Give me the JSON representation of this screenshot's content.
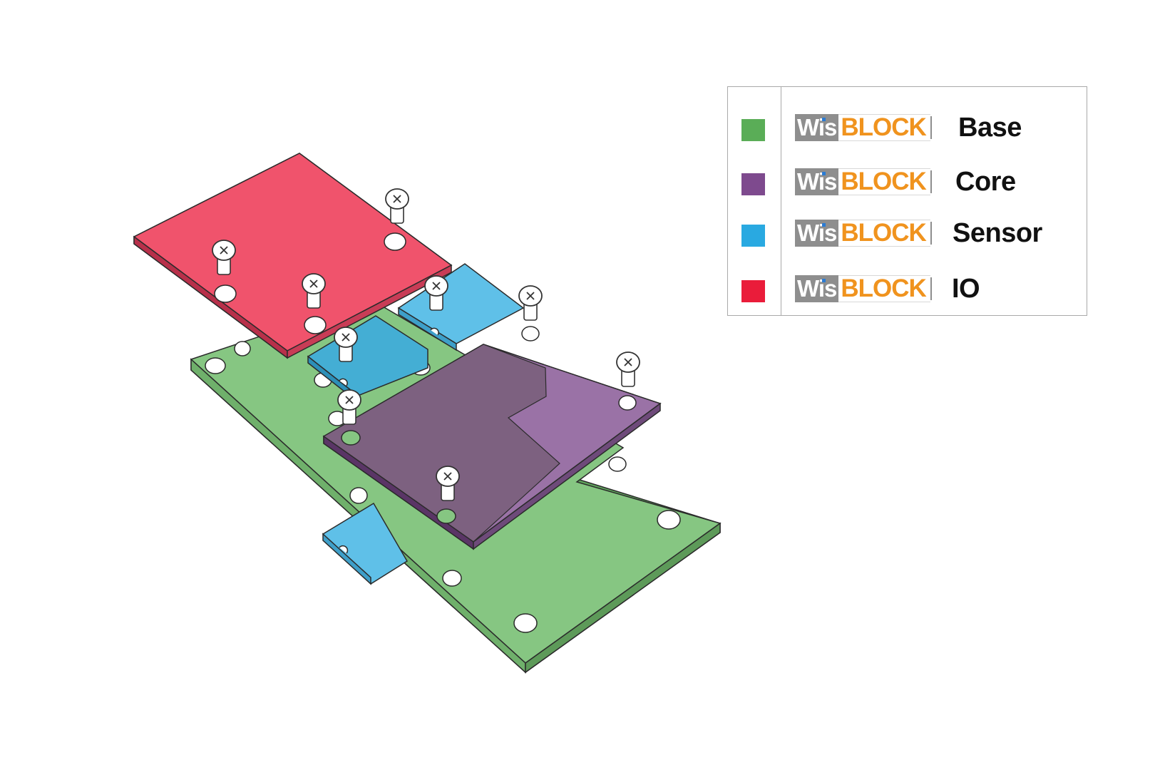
{
  "legend": {
    "items": [
      {
        "brand_wis": "Wis",
        "brand_block": "BLOCK",
        "label": "Base",
        "color": "#5aad57"
      },
      {
        "brand_wis": "Wis",
        "brand_block": "BLOCK",
        "label": "Core",
        "color": "#7e4a8e"
      },
      {
        "brand_wis": "Wis",
        "brand_block": "BLOCK",
        "label": "Sensor",
        "color": "#29a9e1"
      },
      {
        "brand_wis": "Wis",
        "brand_block": "BLOCK",
        "label": "IO",
        "color": "#ea1c3a"
      }
    ]
  },
  "colors": {
    "base": "#86c682",
    "core_fill": "#8a5a9c",
    "core_overlap": "#7d6180",
    "sensor": "#5fc0e8",
    "io": "#f0536c",
    "outline": "#2b2b2b"
  }
}
